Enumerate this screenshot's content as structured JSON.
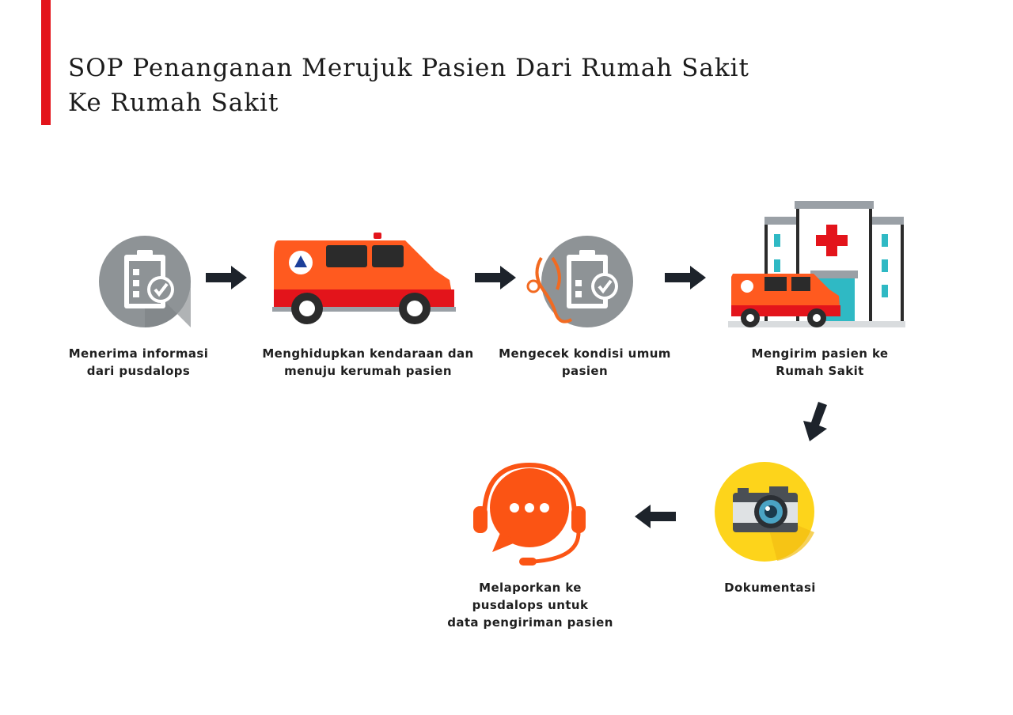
{
  "title": {
    "line1": "SOP Penanganan Merujuk Pasien Dari Rumah Sakit",
    "line2": "Ke Rumah Sakit"
  },
  "colors": {
    "accent": "#e3141b",
    "icon_gray": "#8e9396",
    "ambulance": "#ff5a1f",
    "headset": "#fb5414",
    "camera_bg": "#fdd41b",
    "arrow": "#1d232b"
  },
  "steps": [
    {
      "icon": "clipboard-check-icon",
      "lines": [
        "Menerima informasi",
        "dari pusdalops"
      ]
    },
    {
      "icon": "ambulance-icon",
      "lines": [
        "Menghidupkan kendaraan dan",
        "menuju kerumah pasien"
      ]
    },
    {
      "icon": "stethoscope-clipboard-icon",
      "lines": [
        "Mengecek kondisi umum",
        "pasien"
      ]
    },
    {
      "icon": "hospital-ambulance-icon",
      "lines": [
        "Mengirim pasien ke",
        "Rumah Sakit"
      ]
    },
    {
      "icon": "camera-icon",
      "lines": [
        "Dokumentasi"
      ]
    },
    {
      "icon": "headset-chat-icon",
      "lines": [
        "Melaporkan ke",
        "pusdalops untuk",
        "data pengiriman pasien"
      ]
    }
  ]
}
